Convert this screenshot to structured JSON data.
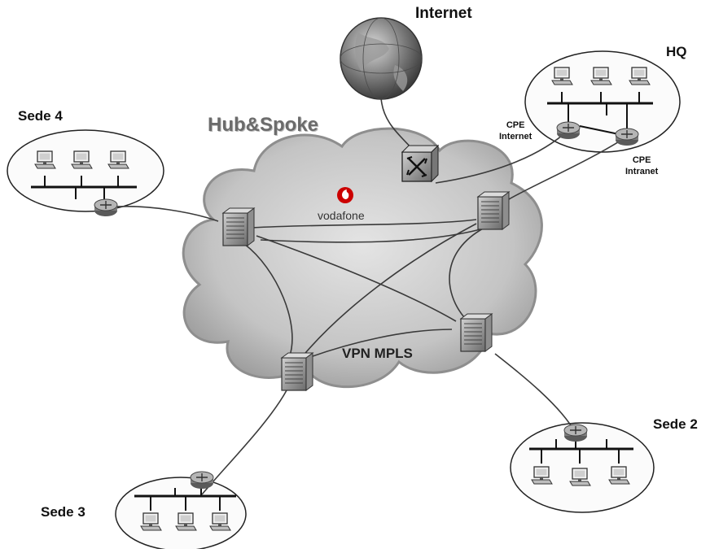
{
  "title": "Hub&Spoke",
  "internet_label": "Internet",
  "brand": "vodafone",
  "cloud_label": "VPN MPLS",
  "sites": {
    "hq": "HQ",
    "sede2": "Sede 2",
    "sede3": "Sede 3",
    "sede4": "Sede 4"
  },
  "cpe_internet": [
    "CPE",
    "Internet"
  ],
  "cpe_intranet": [
    "CPE",
    "Intranet"
  ],
  "colors": {
    "cloud": "#c9c9c9",
    "cloud_edge": "#9a9a9a",
    "line": "#3a3a3a",
    "globe": "#6f6f6f",
    "vodafone": "#cc0000"
  },
  "icons": [
    "globe-icon",
    "core-switch-icon",
    "router-icon",
    "pe-router-icon",
    "workstation-icon",
    "vodafone-logo-icon"
  ]
}
